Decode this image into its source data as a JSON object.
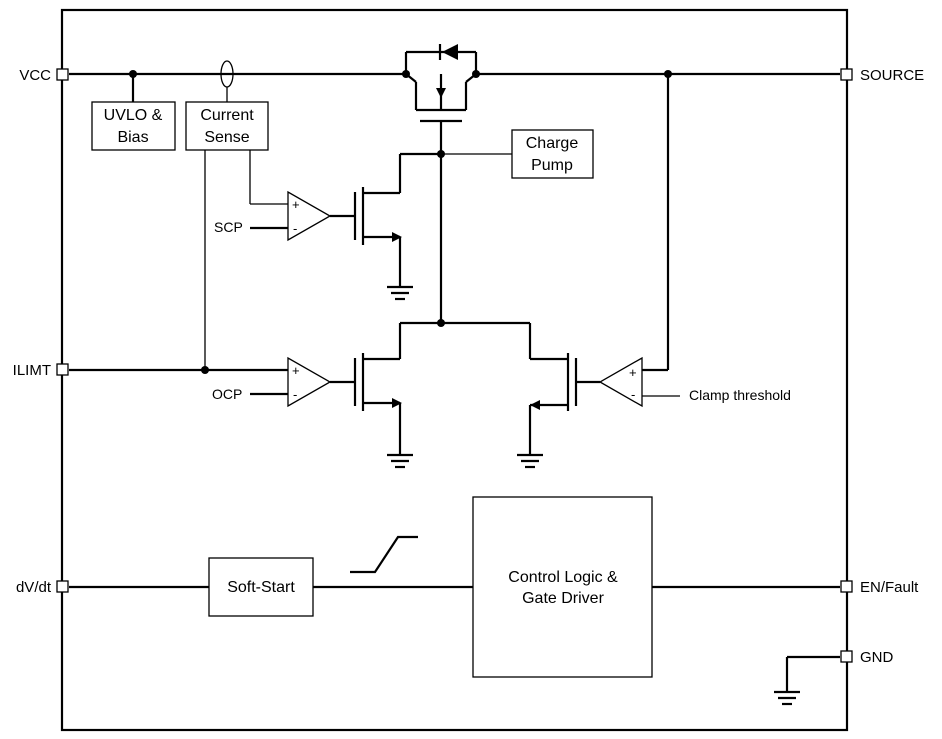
{
  "pins": {
    "vcc": "VCC",
    "source": "SOURCE",
    "ilimt": "ILIMT",
    "dvdt": "dV/dt",
    "enfault": "EN/Fault",
    "gnd": "GND"
  },
  "blocks": {
    "uvlo_line1": "UVLO &",
    "uvlo_line2": "Bias",
    "cs_line1": "Current",
    "cs_line2": "Sense",
    "cp_line1": "Charge",
    "cp_line2": "Pump",
    "ss": "Soft-Start",
    "cl_line1": "Control Logic &",
    "cl_line2": "Gate Driver"
  },
  "signals": {
    "scp": "SCP",
    "ocp": "OCP",
    "clamp": "Clamp threshold"
  },
  "comparator_marks": {
    "plus": "+",
    "minus": "-"
  }
}
